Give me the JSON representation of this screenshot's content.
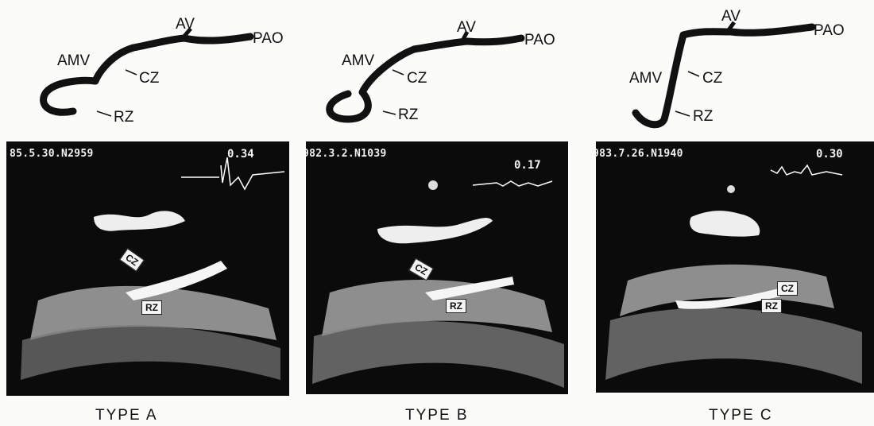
{
  "panels": [
    {
      "diagram": {
        "av": "AV",
        "pao": "PAO",
        "amv": "AMV",
        "cz": "CZ",
        "rz": "RZ"
      },
      "echo": {
        "code": "85.5.30.N2959",
        "ratio": "0.34",
        "cz_tag": "CZ",
        "rz_tag": "RZ"
      },
      "caption": "TYPE  A"
    },
    {
      "diagram": {
        "av": "AV",
        "pao": "PAO",
        "amv": "AMV",
        "cz": "CZ",
        "rz": "RZ"
      },
      "echo": {
        "code": "982.3.2.N1039",
        "ratio": "0.17",
        "cz_tag": "CZ",
        "rz_tag": "RZ"
      },
      "caption": "TYPE  B"
    },
    {
      "diagram": {
        "av": "AV",
        "pao": "PAO",
        "amv": "AMV",
        "cz": "CZ",
        "rz": "RZ"
      },
      "echo": {
        "code": "983.7.26.N1940",
        "ratio": "0.30",
        "cz_tag": "CZ",
        "rz_tag": "RZ"
      },
      "caption": "TYPE  C"
    }
  ]
}
